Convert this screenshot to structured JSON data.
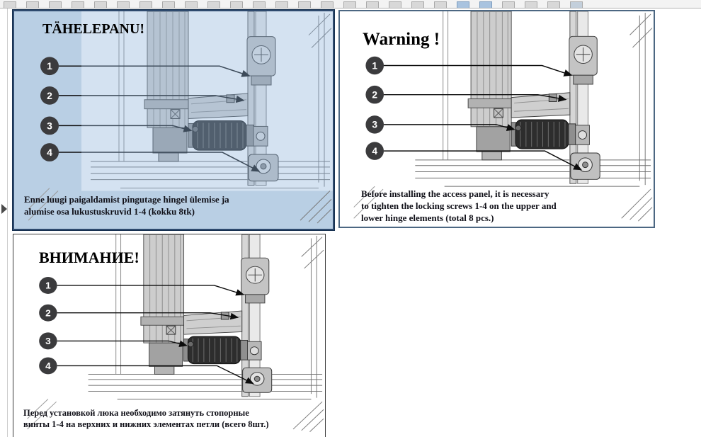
{
  "toolbar": {
    "icon_count": 26
  },
  "callout_labels": [
    "1",
    "2",
    "3",
    "4"
  ],
  "panels": [
    {
      "language": "Estonian",
      "selected": true,
      "title": "TÄHELEPANU!",
      "caption_lines": [
        "Enne luugi paigaldamist pingutage hingel ülemise ja",
        "alumise osa lukustuskruvid 1-4 (kokku 8tk)"
      ]
    },
    {
      "language": "English",
      "selected": false,
      "title": "Warning !",
      "caption_lines": [
        "Before installing the access panel, it is necessary",
        "to tighten the locking screws 1-4 on the upper and",
        "lower hinge elements (total 8 pcs.)"
      ]
    },
    {
      "language": "Russian",
      "selected": false,
      "title": "ВНИМАНИЕ!",
      "caption_lines": [
        "Перед установкой люка необходимо затянуть стопорные",
        "винты 1-4 на верхних и нижних элементах петли (всего 8шт.)"
      ]
    }
  ],
  "colors": {
    "selected_panel_bg": "#b9cfe4",
    "selected_panel_border": "#2e4a6e",
    "panel_border": "#4c6782",
    "callout_circle": "#3b3b3d",
    "tint_overlay": "#8fb3d9"
  }
}
